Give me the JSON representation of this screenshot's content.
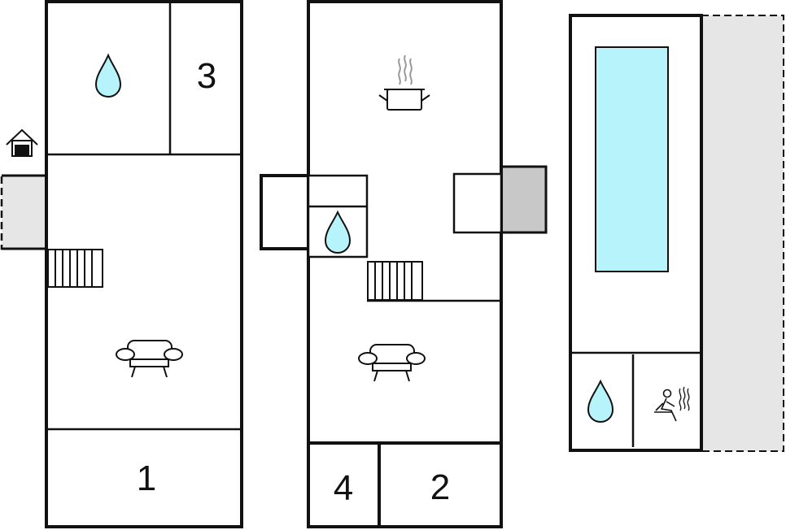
{
  "colors": {
    "wall": "#111111",
    "water": "#b6f3fb",
    "pool": "#b6f3fb",
    "terrace": "#e6e6e6",
    "fireplace": "#c8c8c8",
    "background": "#ffffff"
  },
  "floors": [
    {
      "id": "ground-floor",
      "rooms": [
        {
          "id": "bathroom",
          "icon": "water-drop-icon"
        },
        {
          "id": "bedroom",
          "label": "3"
        },
        {
          "id": "living-room",
          "icons": [
            "sofa-icon",
            "stairs-icon",
            "entrance-house-icon"
          ]
        },
        {
          "id": "bedroom",
          "label": "1"
        }
      ]
    },
    {
      "id": "first-floor",
      "rooms": [
        {
          "id": "kitchen",
          "icon": "cooking-pot-icon"
        },
        {
          "id": "bathroom",
          "icon": "water-drop-icon"
        },
        {
          "id": "living-room",
          "icons": [
            "sofa-icon",
            "stairs-icon",
            "fireplace-icon"
          ]
        },
        {
          "id": "bedroom",
          "label": "4"
        },
        {
          "id": "bedroom",
          "label": "2"
        }
      ]
    },
    {
      "id": "pool-house",
      "rooms": [
        {
          "id": "pool",
          "icon": "pool-icon"
        },
        {
          "id": "bathroom",
          "icon": "water-drop-icon"
        },
        {
          "id": "sauna",
          "icon": "sauna-icon"
        }
      ]
    }
  ],
  "labels": {
    "bedroom_1": "1",
    "bedroom_2": "2",
    "bedroom_3": "3",
    "bedroom_4": "4"
  }
}
